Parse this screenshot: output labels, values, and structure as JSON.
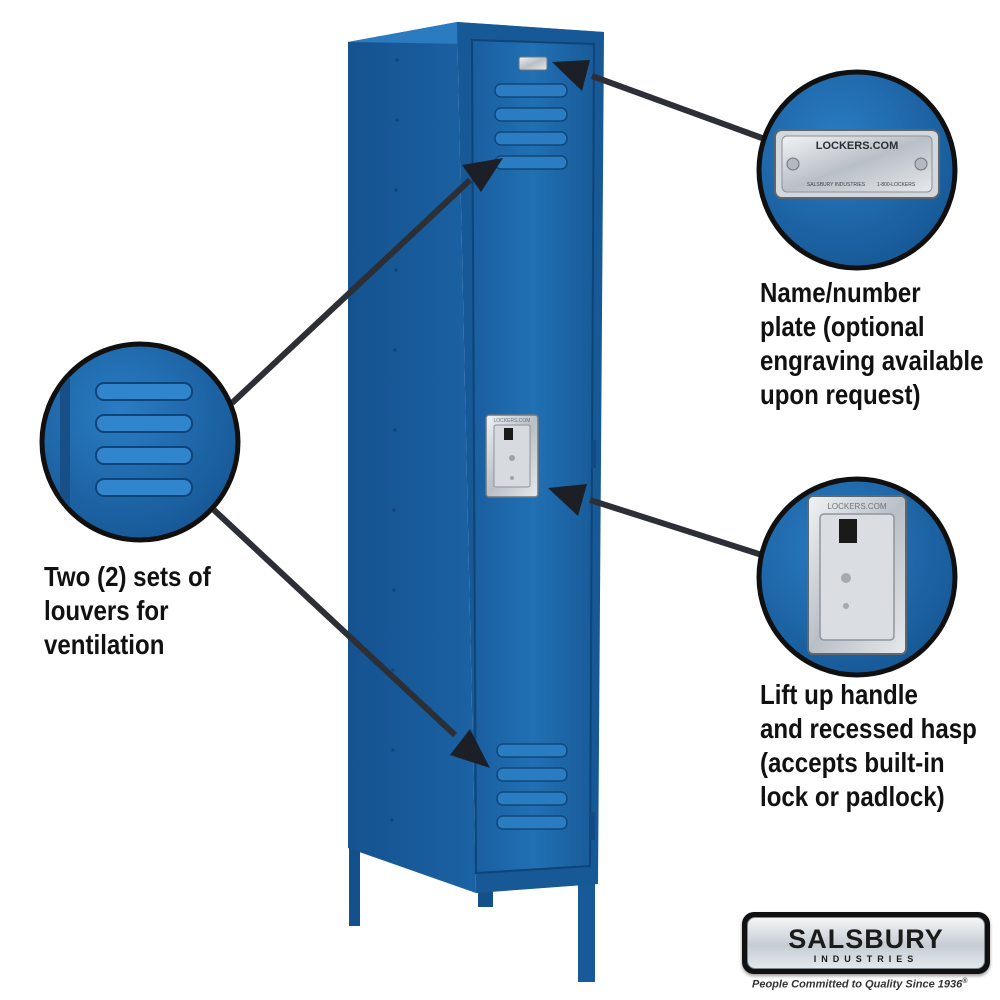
{
  "colors": {
    "locker_blue": "#1c63a3",
    "locker_dark": "#0e4274",
    "locker_light": "#3a86c8",
    "arrow": "#2a2f3a",
    "chrome": "#c9cdd2",
    "text": "#111111"
  },
  "callouts": {
    "louvers": {
      "lines": [
        "Two (2) sets of",
        "louvers for",
        "ventilation"
      ]
    },
    "name_plate": {
      "lines": [
        "Name/number",
        "plate (optional",
        "engraving available",
        "upon request)"
      ],
      "plate_brand": "LOCKERS.COM",
      "plate_footer_left": "SALSBURY INDUSTRIES",
      "plate_footer_right": "1-800-LOCKERS"
    },
    "handle": {
      "lines": [
        "Lift up handle",
        "and recessed hasp",
        "(accepts built-in",
        "lock or padlock)"
      ],
      "handle_brand": "LOCKERS.COM"
    }
  },
  "locker": {
    "handle_brand": "LOCKERS.COM"
  },
  "logo": {
    "name": "SALSBURY",
    "subtitle": "INDUSTRIES",
    "tagline": "People Committed to Quality Since 1936",
    "tagline_mark": "®"
  },
  "icons": [
    "arrow-icon",
    "louver-vent-icon",
    "name-plate-icon",
    "handle-hasp-icon"
  ]
}
